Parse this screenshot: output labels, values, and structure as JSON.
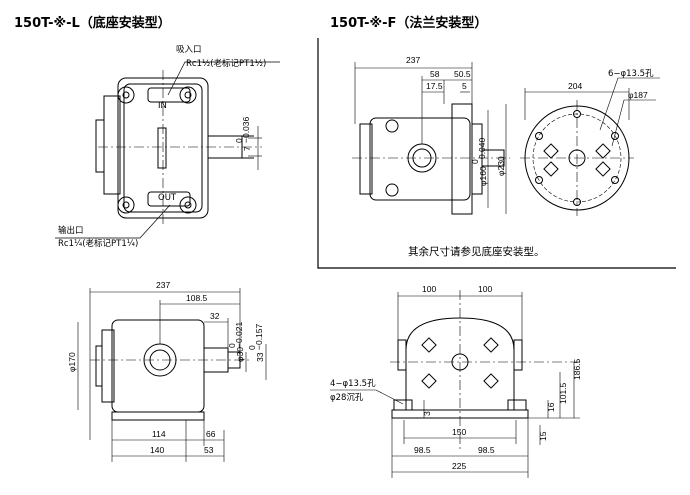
{
  "left_title": "150T-※-L（底座安装型）",
  "right_title": "150T-※-F（法兰安装型）",
  "note": "其余尺寸请参见底座安装型。",
  "labels": {
    "inlet_port": "吸入口",
    "inlet_thread": "Rc1½(老标记PT1½)",
    "outlet_port": "输出口",
    "outlet_thread": "Rc1¼(老标记PT1¼)",
    "in_mark": "IN",
    "out_mark": "OUT",
    "bolt_holes": "4−φ13.5孔",
    "counterbore": "φ28沉孔",
    "flange_holes": "6−φ13.5孔"
  },
  "dims": {
    "shaft_tol": "7",
    "shaft_tol_upper": "0",
    "shaft_tol_lower": "−0.036",
    "flange_237": "237",
    "flange_58": "58",
    "flange_505": "50.5",
    "flange_175": "17.5",
    "flange_5": "5",
    "flange_160": "φ160",
    "flange_160_upper": "0",
    "flange_160_lower": "−0.040",
    "flange_230": "φ230",
    "flange_204": "204",
    "flange_187": "φ187",
    "base_237": "237",
    "base_1085": "108.5",
    "base_32": "32",
    "base_170": "φ170",
    "base_30": "φ30",
    "base_30_upper": "0",
    "base_30_lower": "−0.021",
    "base_33": "33",
    "base_33_upper": "0",
    "base_33_lower": "−0.157",
    "base_114": "114",
    "base_66": "66",
    "base_140": "140",
    "base_53": "53",
    "front_100a": "100",
    "front_100b": "100",
    "front_1865": "186.5",
    "front_1015": "101.5",
    "front_16": "16",
    "front_3": "3",
    "front_150": "150",
    "front_15": "15",
    "front_985a": "98.5",
    "front_985b": "98.5",
    "front_225": "225"
  }
}
